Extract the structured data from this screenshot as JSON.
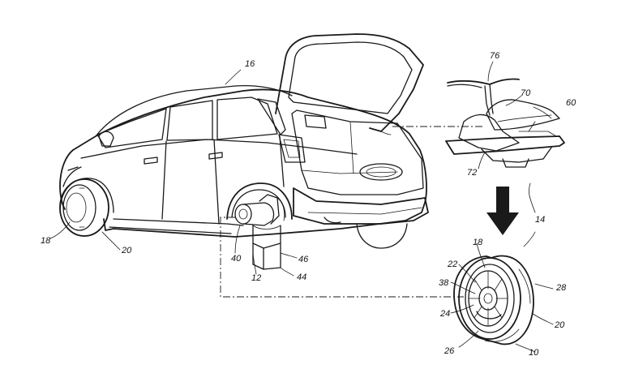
{
  "reference_numerals": {
    "car": "16",
    "car_front_wheel": "18",
    "car_front_wheel_tire": "20",
    "kit": "14",
    "rear_hub_adapter": "40",
    "rear_axle": "12",
    "support_stand_top": "46",
    "support_stand": "44",
    "unicycle_handlebar": "76",
    "unicycle_seat": "70",
    "unicycle": "60",
    "unicycle_frame": "72",
    "wheel_hub_rim": "18",
    "wheel_spokes": "22",
    "wheel_center": "38",
    "wheel_motor": "24",
    "wheel_side": "28",
    "wheel_tire": "20",
    "wheel_lower": "26",
    "wheel_assembly": "10"
  },
  "colors": {
    "ink": "#1a1a1a",
    "background": "#ffffff"
  }
}
